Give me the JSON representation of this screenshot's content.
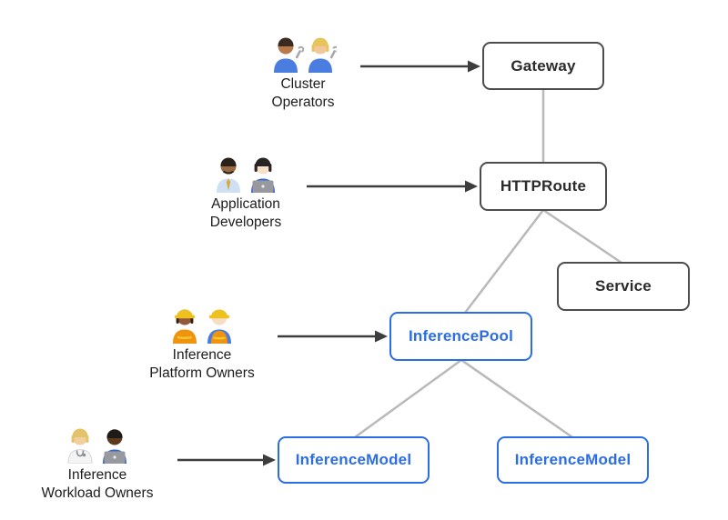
{
  "personas": [
    {
      "label_line1": "Cluster",
      "label_line2": "Operators",
      "label": "Cluster Operators",
      "emoji": "👨🏽‍🔧👩🏼‍🔧",
      "icon_names": [
        "man-mechanic",
        "woman-mechanic"
      ],
      "points_to": "gateway"
    },
    {
      "label_line1": "Application",
      "label_line2": "Developers",
      "label": "Application Developers",
      "emoji": "👨🏾‍💼👩🏻‍💻",
      "icon_names": [
        "man-office-worker",
        "woman-technologist"
      ],
      "points_to": "httproute"
    },
    {
      "label_line1": "Inference",
      "label_line2": "Platform Owners",
      "label": "Inference Platform Owners",
      "emoji": "👷🏾‍♀️👷🏻",
      "icon_names": [
        "woman-construction-worker",
        "man-construction-worker"
      ],
      "points_to": "inferencepool"
    },
    {
      "label_line1": "Inference",
      "label_line2": "Workload Owners",
      "label": "Inference Workload Owners",
      "emoji": "🧑🏼‍⚕️👨🏿‍💻",
      "icon_names": [
        "health-worker",
        "man-technologist"
      ],
      "points_to": "inferencemodel_left"
    }
  ],
  "nodes": {
    "gateway": {
      "label": "Gateway",
      "style": "core"
    },
    "httproute": {
      "label": "HTTPRoute",
      "style": "core"
    },
    "service": {
      "label": "Service",
      "style": "core"
    },
    "inferencepool": {
      "label": "InferencePool",
      "style": "extension"
    },
    "inferencemodel_left": {
      "label": "InferenceModel",
      "style": "extension"
    },
    "inferencemodel_right": {
      "label": "InferenceModel",
      "style": "extension"
    }
  },
  "edges": [
    {
      "from": "gateway",
      "to": "httproute"
    },
    {
      "from": "httproute",
      "to": "inferencepool"
    },
    {
      "from": "httproute",
      "to": "service"
    },
    {
      "from": "inferencepool",
      "to": "inferencemodel_left"
    },
    {
      "from": "inferencepool",
      "to": "inferencemodel_right"
    }
  ],
  "colors": {
    "core_node_border": "#4c4c4c",
    "core_node_text": "#2b2b2b",
    "extension_node_border": "#2b6de5",
    "extension_node_text": "#2b6de5",
    "connector_line": "#b9b9b9",
    "arrow": "#3d3d3d",
    "background": "#ffffff"
  }
}
